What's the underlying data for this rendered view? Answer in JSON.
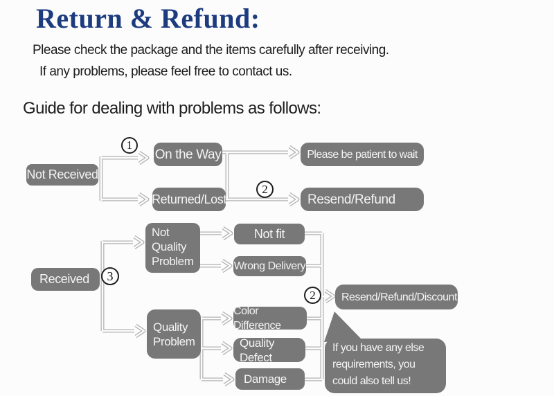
{
  "header": {
    "title": "Return & Refund:",
    "intro_line1": "Please check the package and the items carefully after receiving.",
    "intro_line2": "If any problems, please feel free to contact us.",
    "guide": "Guide for dealing with problems as follows:"
  },
  "colors": {
    "title_navy": "#1d3c80",
    "node_gray": "#787878",
    "node_text": "#f4f4f4",
    "arrow_outline": "#b3b3b3",
    "background": "#fcfcfc"
  },
  "flowchart": {
    "badges": {
      "step1": "1",
      "step2_top": "2",
      "step3": "3",
      "step2_bottom": "2"
    },
    "nodes": {
      "not_received": "Not Received",
      "on_the_way": "On the Way",
      "returned_lost": "Returned/Lost",
      "please_wait": "Please be patient to wait",
      "resend_refund": "Resend/Refund",
      "received": "Received",
      "not_quality_problem": "Not Quality Problem",
      "not_fit": "Not fit",
      "wrong_delivery": "Wrong Delivery",
      "quality_problem": "Quality Problem",
      "color_difference": "Color Difference",
      "quality_defect": "Quality Defect",
      "damage": "Damage",
      "resend_refund_discount": "Resend/Refund/Discount"
    },
    "note": "If you have any else requirements, you could also tell us!",
    "edges": [
      [
        "not_received",
        "on_the_way",
        "1"
      ],
      [
        "not_received",
        "returned_lost",
        ""
      ],
      [
        "on_the_way",
        "please_wait",
        ""
      ],
      [
        "returned_lost",
        "resend_refund",
        "2"
      ],
      [
        "received",
        "not_quality_problem",
        "3"
      ],
      [
        "received",
        "quality_problem",
        "3"
      ],
      [
        "not_quality_problem",
        "not_fit",
        ""
      ],
      [
        "not_quality_problem",
        "wrong_delivery",
        ""
      ],
      [
        "quality_problem",
        "color_difference",
        ""
      ],
      [
        "quality_problem",
        "quality_defect",
        ""
      ],
      [
        "quality_problem",
        "damage",
        ""
      ],
      [
        "not_fit",
        "resend_refund_discount",
        "2"
      ],
      [
        "wrong_delivery",
        "resend_refund_discount",
        "2"
      ],
      [
        "color_difference",
        "resend_refund_discount",
        "2"
      ],
      [
        "quality_defect",
        "resend_refund_discount",
        "2"
      ],
      [
        "damage",
        "resend_refund_discount",
        "2"
      ]
    ]
  }
}
